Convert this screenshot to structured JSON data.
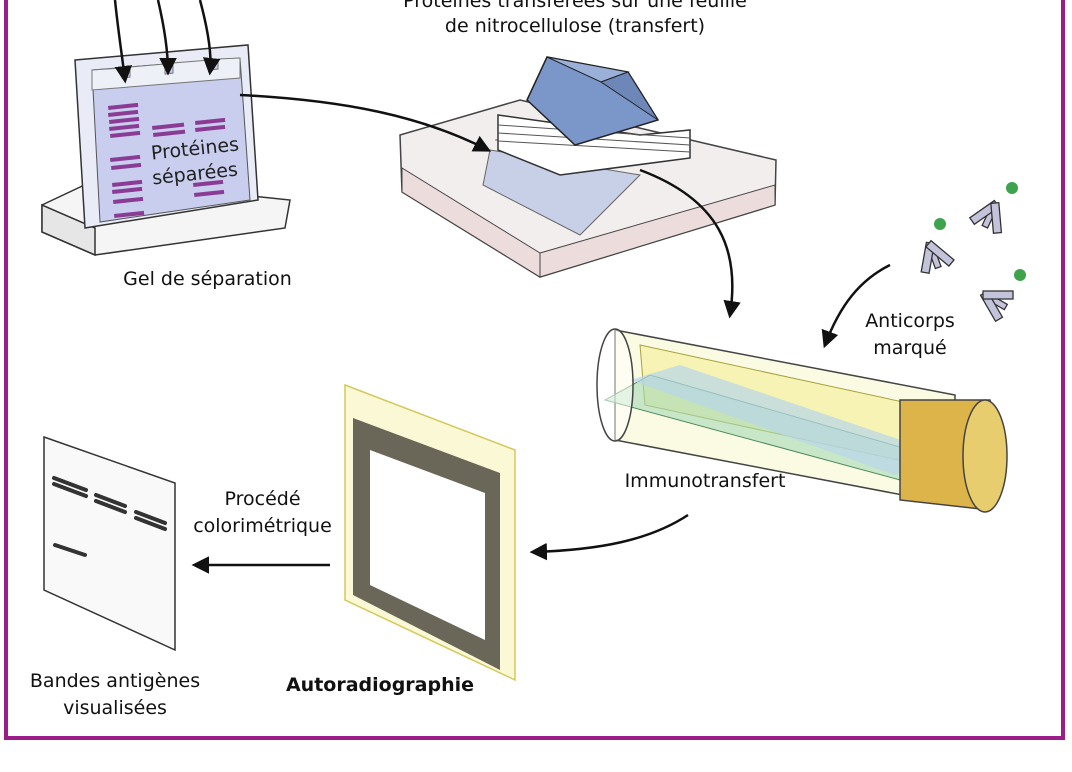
{
  "labels": {
    "transfer_line1": "Protéines transférées sur une feuille",
    "transfer_line2": "de nitrocellulose (transfert)",
    "gel_proteins_line1": "Protéines",
    "gel_proteins_line2": "séparées",
    "gel": "Gel de séparation",
    "antibody_line1": "Anticorps",
    "antibody_line2": "marqué",
    "immunoblot": "Immunotransfert",
    "autoradiography": "Autoradiographie",
    "colorimetric_line1": "Procédé",
    "colorimetric_line2": "colorimétrique",
    "bands_line1": "Bandes antigènes",
    "bands_line2": "visualisées"
  },
  "colors": {
    "frame": "#9b1d8a",
    "protein_band": "#8a3c94",
    "gel": "#c9cdee",
    "weight": "#7b96c9",
    "membrane": "#f3efa0",
    "antibody": "#c3c4dc",
    "label_star": "#3fa34d",
    "film_dark": "#6b6758",
    "tube_cap": "#dcb44a"
  }
}
